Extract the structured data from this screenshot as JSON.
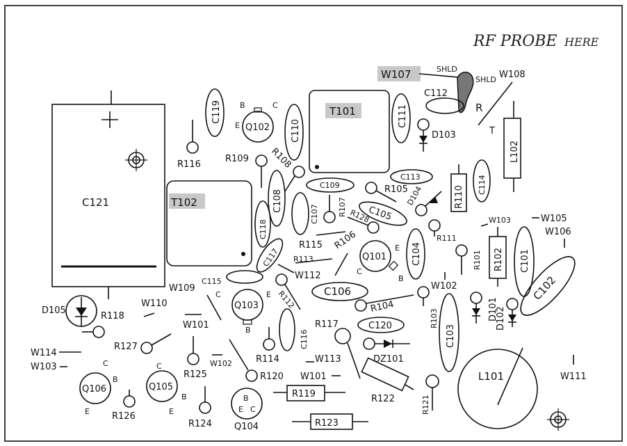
{
  "annotation": {
    "main": "RF PROBE",
    "suffix": "HERE"
  },
  "labels": {
    "c121": "C121",
    "t102": "T102",
    "t101": "T101",
    "c119": "C119",
    "q102": "Q102",
    "q102_b": "B",
    "q102_c": "C",
    "q102_e": "E",
    "c110": "C110",
    "c111": "C111",
    "w107": "W107",
    "shld1": "SHLD",
    "shld2": "SHLD",
    "w108": "W108",
    "c112": "C112",
    "r_pad": "R",
    "t_pad": "T",
    "d103": "D103",
    "l102": "L102",
    "r116": "R116",
    "r109": "R109",
    "r108": "R108",
    "c113": "C113",
    "c109": "C109",
    "r105": "R105",
    "r110": "R110",
    "c114": "C114",
    "c108": "C108",
    "c107": "C107",
    "r107": "R107",
    "c105": "C105",
    "d104": "D104",
    "c118": "C118",
    "r128": "R128",
    "r111": "R111",
    "w103a": "W103",
    "w105": "W105",
    "w106": "W106",
    "r115": "R115",
    "r106": "R106",
    "q101": "Q101",
    "q101_e": "E",
    "q101_c": "C",
    "q101_b": "B",
    "c104": "C104",
    "r101": "R101",
    "r102": "R102",
    "c101": "C101",
    "r113": "R113",
    "c117": "C117",
    "w112": "W112",
    "c115": "C115",
    "w109": "W109",
    "r112": "R112",
    "c106": "C106",
    "w102a": "W102",
    "c102": "C102",
    "q103": "Q103",
    "q103_c": "C",
    "q103_e": "E",
    "q103_b": "B",
    "d105": "D105",
    "r118": "R118",
    "w110": "W110",
    "w101a": "W101",
    "r104": "R104",
    "d101": "D101",
    "d102": "D102",
    "r103": "R103",
    "c116": "C116",
    "r117": "R117",
    "c120": "C120",
    "c103": "C103",
    "r127": "R127",
    "w114": "W114",
    "w103b": "W103",
    "r114": "R114",
    "dz101": "DZ101",
    "w113": "W113",
    "q106": "Q106",
    "q106_c": "C",
    "q106_b": "B",
    "q106_e": "E",
    "q105": "Q105",
    "q105_c": "C",
    "q105_b": "B",
    "q105_e": "E",
    "r125": "R125",
    "w102b": "W102",
    "r120": "R120",
    "w101b": "W101",
    "l101": "L101",
    "w111": "W111",
    "r122": "R122",
    "r126": "R126",
    "r124": "R124",
    "r119": "R119",
    "r121": "R121",
    "q104": "Q104",
    "q104_b": "B",
    "q104_e": "E",
    "q104_c": "C",
    "r123": "R123"
  }
}
